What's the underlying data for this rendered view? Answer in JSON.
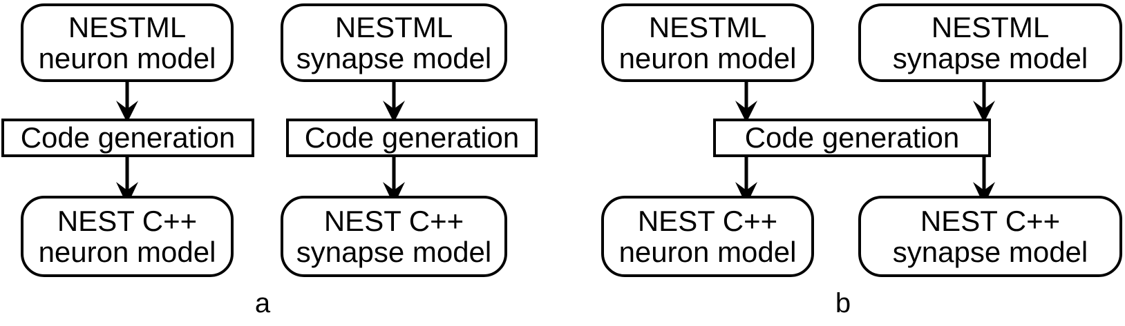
{
  "figure": {
    "background_color": "#ffffff",
    "stroke_color": "#000000",
    "panels": [
      {
        "label": "a",
        "label_text": "a",
        "chains": [
          {
            "source": {
              "line1": "NESTML",
              "line2": "neuron model"
            },
            "process": {
              "line1": "Code generation"
            },
            "target": {
              "line1": "NEST C++",
              "line2": "neuron model"
            }
          },
          {
            "source": {
              "line1": "NESTML",
              "line2": "synapse model"
            },
            "process": {
              "line1": "Code generation"
            },
            "target": {
              "line1": "NEST C++",
              "line2": "synapse model"
            }
          }
        ]
      },
      {
        "label": "b",
        "label_text": "b",
        "shared_process": {
          "line1": "Code generation"
        },
        "chains": [
          {
            "source": {
              "line1": "NESTML",
              "line2": "neuron model"
            },
            "target": {
              "line1": "NEST C++",
              "line2": "neuron model"
            }
          },
          {
            "source": {
              "line1": "NESTML",
              "line2": "synapse model"
            },
            "target": {
              "line1": "NEST C++",
              "line2": "synapse model"
            }
          }
        ]
      }
    ]
  },
  "a": {
    "col1": {
      "source_l1": "NESTML",
      "source_l2": "neuron model",
      "process": "Code generation",
      "target_l1": "NEST C++",
      "target_l2": "neuron model"
    },
    "col2": {
      "source_l1": "NESTML",
      "source_l2": "synapse model",
      "process": "Code generation",
      "target_l1": "NEST C++",
      "target_l2": "synapse model"
    },
    "label": "a"
  },
  "b": {
    "col1": {
      "source_l1": "NESTML",
      "source_l2": "neuron model",
      "target_l1": "NEST C++",
      "target_l2": "neuron model"
    },
    "col2": {
      "source_l1": "NESTML",
      "source_l2": "synapse model",
      "target_l1": "NEST C++",
      "target_l2": "synapse model"
    },
    "process": "Code generation",
    "label": "b"
  }
}
